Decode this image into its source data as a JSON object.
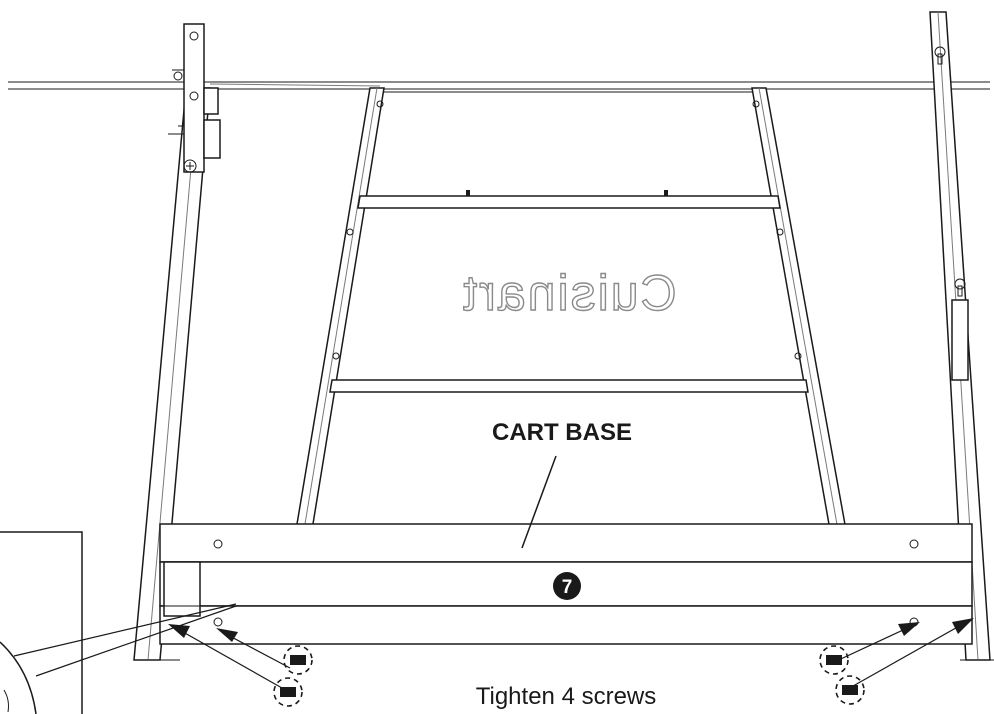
{
  "diagram": {
    "part_label": "CART BASE",
    "step_number": "7",
    "brand_logo": "Cuisinart",
    "instruction": "Tighten 4 screws"
  }
}
